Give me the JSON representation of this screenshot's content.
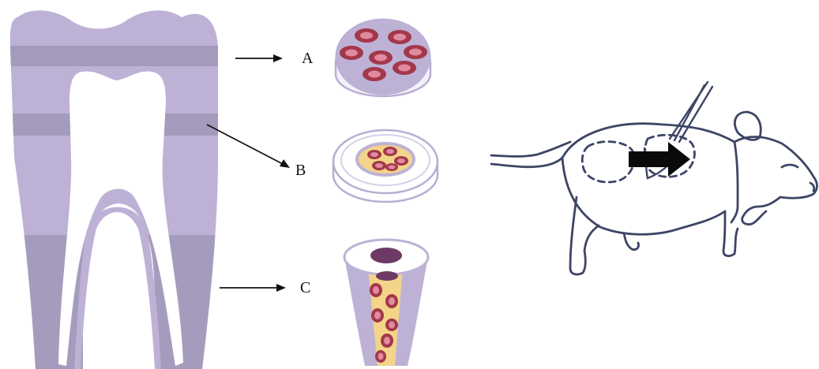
{
  "labels": {
    "a": "A",
    "b": "B",
    "c": "C"
  },
  "colors": {
    "tooth_light": "#bdb2d6",
    "tooth_band": "#a49bbc",
    "tooth_root_dark": "#a59cbd",
    "pulp": "#ffffff",
    "cell_outer": "#a3384a",
    "cell_inner": "#e18aa0",
    "scaffold_yellow": "#f3d488",
    "mouse_outline": "#3d4566",
    "arrow_black": "#0a0a0a"
  },
  "icons": [
    "tooth-icon",
    "disc-scaffold-icon",
    "tube-scaffold-icon",
    "mouse-icon",
    "forceps-icon"
  ]
}
